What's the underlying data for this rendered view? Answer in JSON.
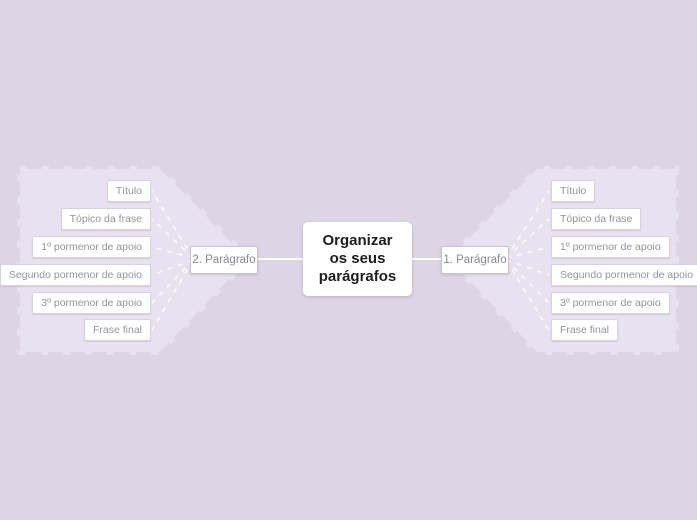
{
  "colors": {
    "background": "#ddd4e5",
    "boundary_fill": "#e8e1ef",
    "connector": "#ffffff",
    "node_background": "#ffffff",
    "subtopic_text": "#97929b",
    "center_text": "#1e1e1e"
  },
  "center_topic": {
    "label": "Organizar os seus parágrafos",
    "lines": [
      "Organizar",
      "os seus",
      "parágrafos"
    ]
  },
  "branches": [
    {
      "label": "2. Parágrafo",
      "side": "left",
      "items": [
        {
          "label": "Título"
        },
        {
          "label": "Tópico da frase"
        },
        {
          "label": "1º pormenor de apoio"
        },
        {
          "label": "Segundo pormenor de apoio"
        },
        {
          "label": "3º pormenor de apoio"
        },
        {
          "label": "Frase final"
        }
      ]
    },
    {
      "label": "1. Parágrafo",
      "side": "right",
      "items": [
        {
          "label": "Título"
        },
        {
          "label": "Tópico da frase"
        },
        {
          "label": "1º pormenor de apoio"
        },
        {
          "label": "Segundo pormenor de apoio"
        },
        {
          "label": "3º pormenor de apoio"
        },
        {
          "label": "Frase final"
        }
      ]
    }
  ]
}
